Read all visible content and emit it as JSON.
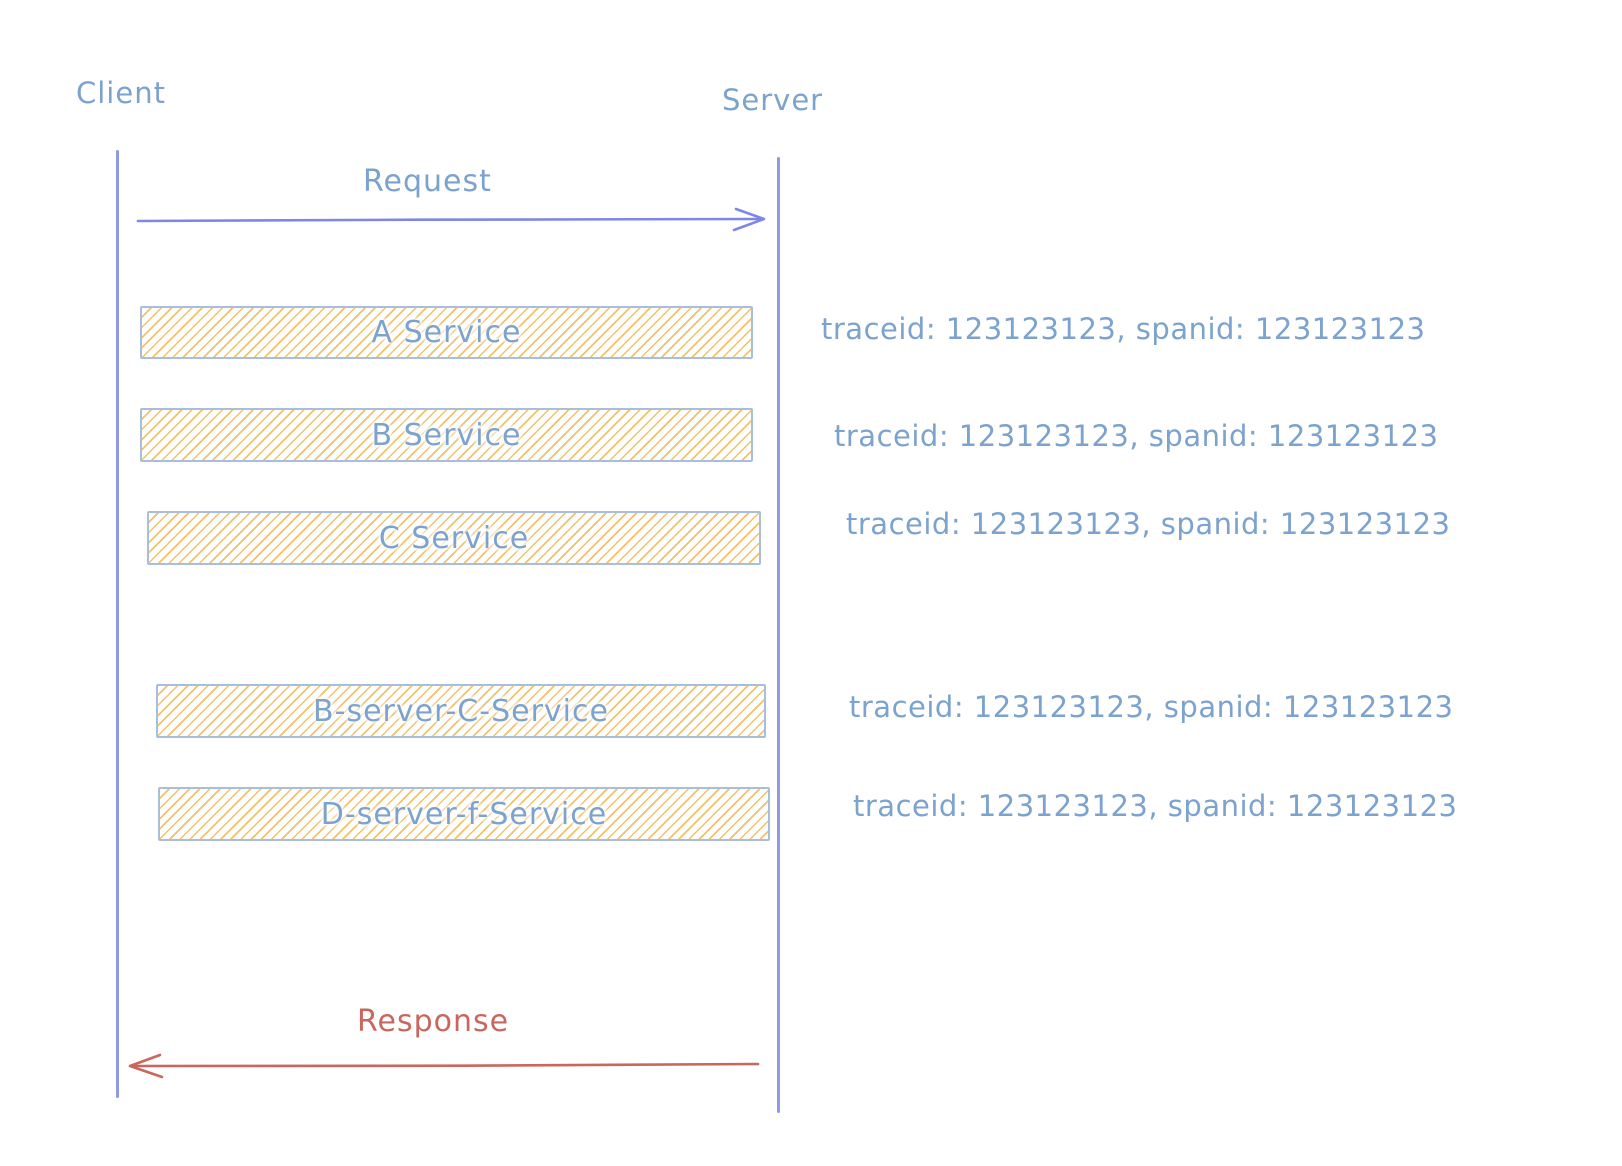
{
  "diagram": {
    "title": "client-server-trace-sequence",
    "actors": {
      "client": {
        "label": "Client"
      },
      "server": {
        "label": "Server"
      }
    },
    "request": {
      "label": "Request"
    },
    "response": {
      "label": "Response"
    },
    "services": [
      {
        "label": "A Service",
        "traceid": "123123123",
        "spanid": "123123123",
        "trace": "traceid: 123123123,  spanid: 123123123"
      },
      {
        "label": "B Service",
        "traceid": "123123123",
        "spanid": "123123123",
        "trace": "traceid: 123123123,  spanid: 123123123"
      },
      {
        "label": "C Service",
        "traceid": "123123123",
        "spanid": "123123123",
        "trace": "traceid: 123123123,  spanid: 123123123"
      },
      {
        "label": "B-server-C-Service",
        "traceid": "123123123",
        "spanid": "123123123",
        "trace": "traceid: 123123123,  spanid: 123123123"
      },
      {
        "label": "D-server-f-Service",
        "traceid": "123123123",
        "spanid": "123123123",
        "trace": "traceid: 123123123,  spanid: 123123123"
      }
    ],
    "colors": {
      "blue_text": "#7ca2ce",
      "line_blue": "#9099e2",
      "arrow_blue": "#7e88e4",
      "box_border": "#a9bedb",
      "hatch_orange": "#f2c169",
      "response_red": "#c9675f"
    }
  }
}
